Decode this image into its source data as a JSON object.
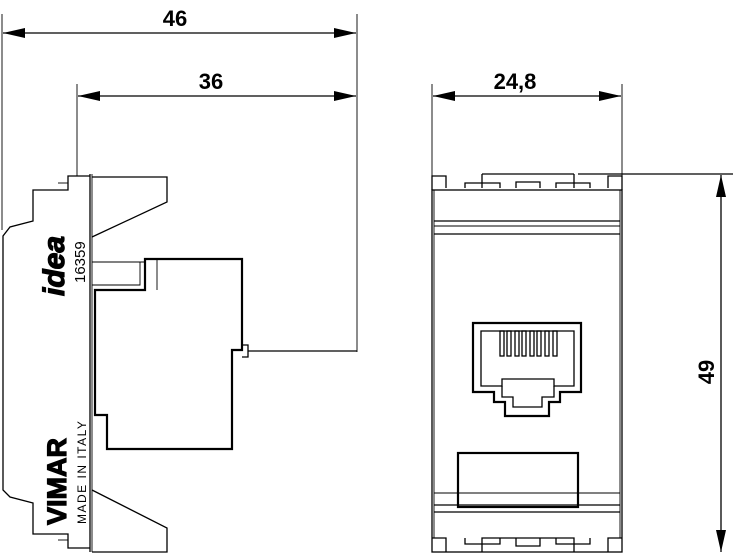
{
  "dimensions": {
    "overall_depth": "46",
    "body_depth": "36",
    "width": "24,8",
    "height": "49"
  },
  "markings": {
    "logo": "idea",
    "code": "16359",
    "brand": "VIMAR",
    "origin": "MADE IN ITALY"
  },
  "colors": {
    "line": "#000000",
    "background": "#ffffff"
  }
}
